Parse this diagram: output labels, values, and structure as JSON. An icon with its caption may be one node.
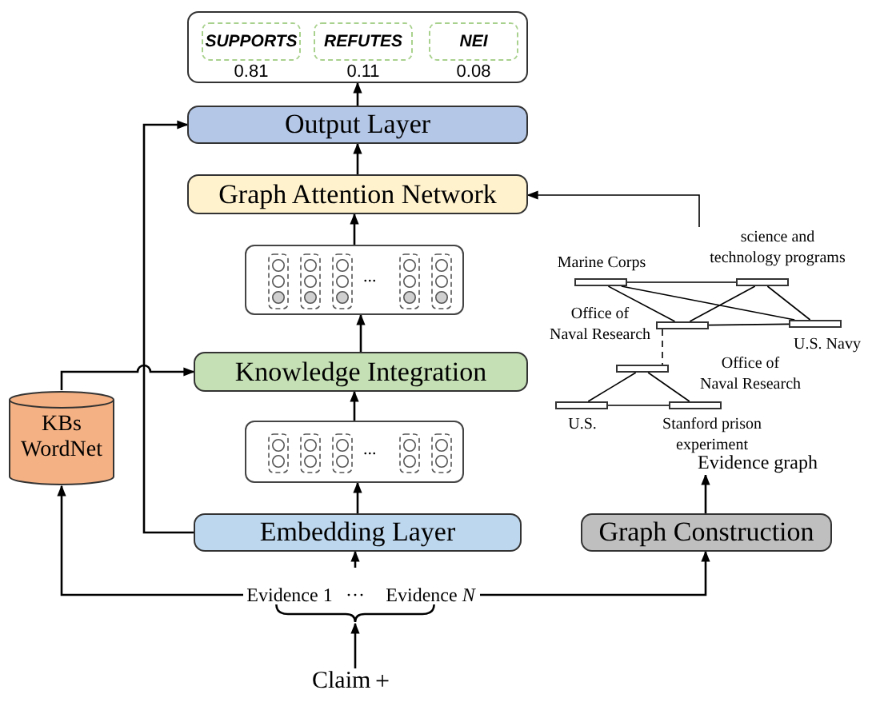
{
  "diagram": {
    "nodes": [
      {
        "text": [],
        "shape": "box"
      },
      {
        "text": [
          "SUPPORTS"
        ],
        "in": 0,
        "beside": [
          "0.81"
        ]
      },
      {
        "text": [
          "REFUTES"
        ],
        "in": 0,
        "beside": [
          "0.11"
        ]
      },
      {
        "text": [
          "NEI"
        ],
        "in": 0,
        "beside": [
          "0.08"
        ]
      },
      {
        "text": [
          "Output Layer"
        ]
      },
      {
        "text": [
          "Graph Attention Network"
        ]
      },
      {
        "text": [
          "..."
        ]
      },
      {
        "text": [
          "Knowledge Integration"
        ]
      },
      {
        "text": [
          "..."
        ]
      },
      {
        "text": [
          "Embedding Layer"
        ]
      },
      {
        "text": [
          "KBs WordNet"
        ]
      },
      {
        "text": [
          "Graph Construction"
        ]
      },
      {
        "text": [
          "Evidence 1"
        ]
      },
      {
        "text": [
          "Evidence *N*"
        ]
      },
      {
        "text": [
          "Claim"
        ]
      },
      {
        "text": [
          "Marine Corps"
        ]
      },
      {
        "text": [
          "science and technology programs"
        ]
      },
      {
        "text": [
          "Office of Naval Research"
        ]
      },
      {
        "text": [
          "U.S. Navy"
        ]
      },
      {
        "text": [
          "Office of Naval Research"
        ]
      },
      {
        "text": [
          "U.S."
        ]
      },
      {
        "text": [
          "Stanford prison experiment"
        ]
      },
      {
        "text": [
          "Evidence graph"
        ]
      },
      {
        "text": [],
        "shape": "brace"
      }
    ],
    "edges": [
      {
        "from": 4,
        "to": 0,
        "arrow": "to"
      },
      {
        "from": 5,
        "to": 4,
        "arrow": "to"
      },
      {
        "from": 6,
        "to": 5,
        "arrow": "to"
      },
      {
        "from": 7,
        "to": 6,
        "arrow": "to"
      },
      {
        "from": 8,
        "to": 7,
        "arrow": "to"
      },
      {
        "from": 9,
        "to": 8,
        "arrow": "to"
      },
      {
        "from": 9,
        "to": 4,
        "arrow": "to"
      },
      {
        "from": 10,
        "to": 7,
        "arrow": "to"
      },
      {
        "from": 12,
        "to": 10,
        "arrow": "to"
      },
      {
        "from": 13,
        "to": 11,
        "arrow": "to"
      },
      {
        "from": null,
        "to": 9,
        "arrow": "to"
      },
      {
        "from": 14,
        "to": 23,
        "arrow": "to"
      },
      {
        "from": 11,
        "to": 22,
        "arrow": "to"
      },
      {
        "from": 16,
        "to": 5,
        "arrow": "to"
      },
      {
        "from": 15,
        "to": 16,
        "arrow": "none"
      },
      {
        "from": 15,
        "to": 17,
        "arrow": "none"
      },
      {
        "from": 15,
        "to": 18,
        "arrow": "none"
      },
      {
        "from": 16,
        "to": 17,
        "arrow": "none"
      },
      {
        "from": 16,
        "to": 18,
        "arrow": "none"
      },
      {
        "from": 17,
        "to": 18,
        "arrow": "none"
      },
      {
        "from": 17,
        "to": 19,
        "arrow": "none",
        "style": "dashed"
      },
      {
        "from": 19,
        "to": 20,
        "arrow": "none"
      },
      {
        "from": 19,
        "to": 21,
        "arrow": "none"
      },
      {
        "from": 20,
        "to": 21,
        "arrow": "none"
      }
    ],
    "labels": [
      "···",
      "+"
    ]
  }
}
